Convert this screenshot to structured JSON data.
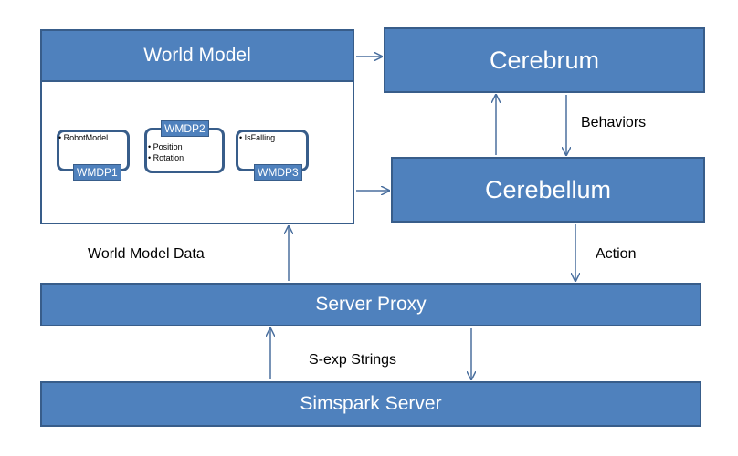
{
  "world_model": {
    "title": "World Model",
    "wmdp1": {
      "tag": "WMDP1",
      "items": [
        "RobotModel"
      ]
    },
    "wmdp2": {
      "tag": "WMDP2",
      "items": [
        "Position",
        "Rotation"
      ]
    },
    "wmdp3": {
      "tag": "WMDP3",
      "items": [
        "IsFalling"
      ]
    }
  },
  "cerebrum": {
    "label": "Cerebrum"
  },
  "cerebellum": {
    "label": "Cerebellum"
  },
  "server_proxy": {
    "label": "Server Proxy"
  },
  "simspark_server": {
    "label": "Simspark Server"
  },
  "edge_labels": {
    "behaviors": "Behaviors",
    "action": "Action",
    "world_model_data": "World Model Data",
    "sexp_strings": "S-exp Strings"
  },
  "colors": {
    "box_fill": "#4f81bd",
    "box_border": "#385d8a",
    "arrow": "#4a6f9e"
  }
}
